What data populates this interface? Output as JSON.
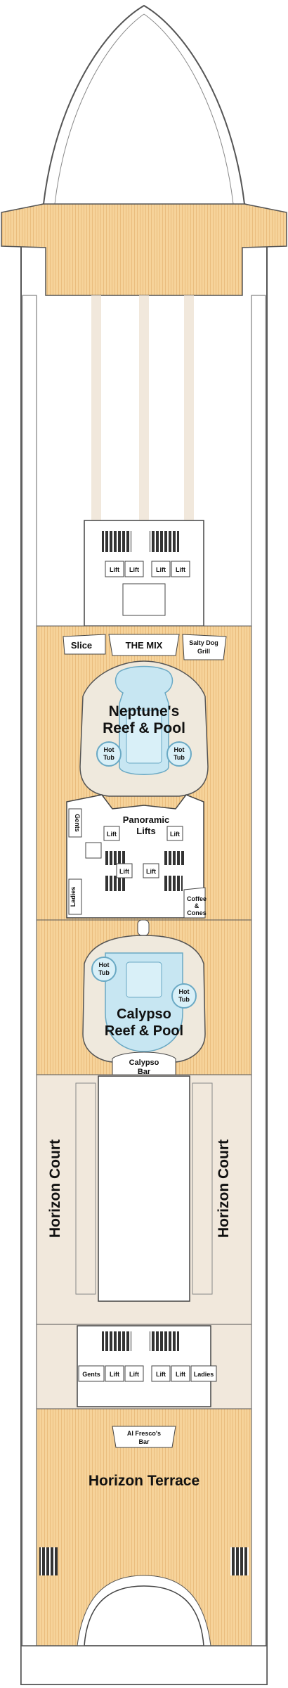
{
  "deck": {
    "areas": {
      "slice": "Slice",
      "the_mix": "THE MIX",
      "salty_dog_line1": "Salty Dog",
      "salty_dog_line2": "Grill",
      "neptune_line1": "Neptune's",
      "neptune_line2": "Reef & Pool",
      "panoramic_line1": "Panoramic",
      "panoramic_line2": "Lifts",
      "coffee_line1": "Coffee",
      "coffee_line2": "&",
      "coffee_line3": "Cones",
      "calypso_line1": "Calypso",
      "calypso_line2": "Reef & Pool",
      "calypso_bar_line1": "Calypso",
      "calypso_bar_line2": "Bar",
      "horizon_court": "Horizon Court",
      "al_fresco_line1": "Al Fresco's",
      "al_fresco_line2": "Bar",
      "horizon_terrace": "Horizon Terrace"
    },
    "facilities": {
      "lift": "Lift",
      "hot_tub_line1": "Hot",
      "hot_tub_line2": "Tub",
      "gents": "Gents",
      "ladies": "Ladies"
    },
    "colors": {
      "outline": "#555555",
      "hull": "#ffffff",
      "wood_deck": "#f6d39a",
      "buffet_floor": "#f1e8dc",
      "pool_water": "#c7e6f2",
      "pool_edge": "#efe9dd",
      "stairs": "#333333"
    }
  }
}
